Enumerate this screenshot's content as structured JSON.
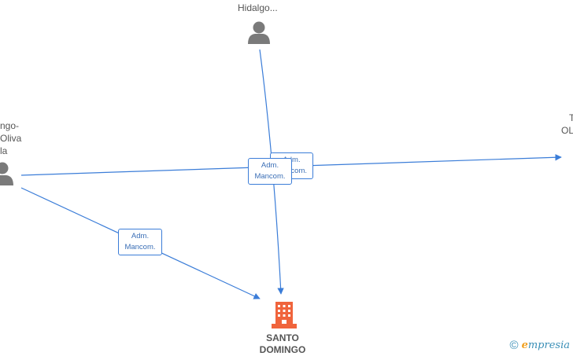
{
  "nodes": {
    "top_person": {
      "label": "Hidalgo..."
    },
    "left_person": {
      "label_lines": [
        "ngo-",
        "Oliva",
        "la"
      ]
    },
    "right_person": {
      "label_lines": [
        "T",
        "OL"
      ]
    },
    "company": {
      "label_lines": [
        "SANTO",
        "DOMINGO"
      ]
    }
  },
  "edges": {
    "back_label": {
      "lines": [
        "Adm.",
        "Mancom."
      ]
    },
    "center_label": {
      "lines": [
        "Adm.",
        "Mancom."
      ]
    },
    "lower_label": {
      "lines": [
        "Adm.",
        "Mancom."
      ]
    }
  },
  "footer": {
    "copyright_symbol": "©",
    "brand_first_letter": "e",
    "brand_rest": "mpresia"
  },
  "colors": {
    "edge": "#3b7dd8",
    "person_icon": "#7a7a7a",
    "company_icon": "#f0643c",
    "brand": "#3a8fb7"
  }
}
